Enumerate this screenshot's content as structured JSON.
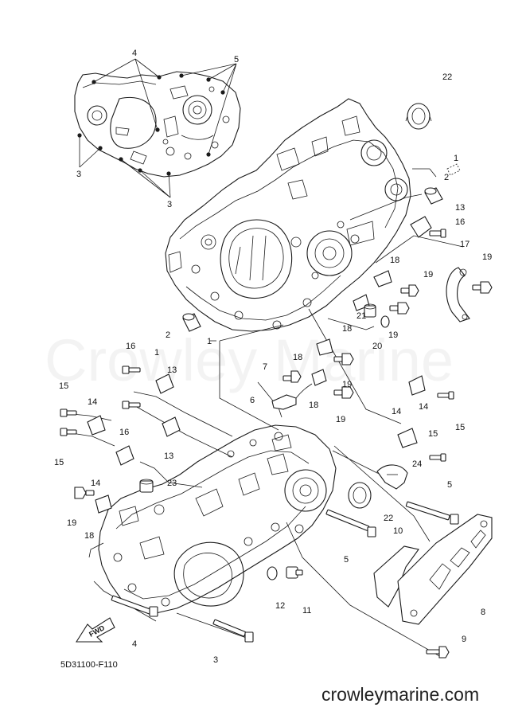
{
  "watermark": "Crowley Marine",
  "diagram_code": "5D31100-F110",
  "site_url": "crowleymarine.com",
  "fwd_label": "FWD",
  "callouts": [
    {
      "id": "c4a",
      "label": "4"
    },
    {
      "id": "c5a",
      "label": "5"
    },
    {
      "id": "c3a",
      "label": "3"
    },
    {
      "id": "c3b",
      "label": "3"
    },
    {
      "id": "c22a",
      "label": "22"
    },
    {
      "id": "c1a",
      "label": "1"
    },
    {
      "id": "c2a",
      "label": "2"
    },
    {
      "id": "c13a",
      "label": "13"
    },
    {
      "id": "c16a",
      "label": "16"
    },
    {
      "id": "c17",
      "label": "17"
    },
    {
      "id": "c19a",
      "label": "19"
    },
    {
      "id": "c18a",
      "label": "18"
    },
    {
      "id": "c19b",
      "label": "19"
    },
    {
      "id": "c18b",
      "label": "18"
    },
    {
      "id": "c21",
      "label": "21"
    },
    {
      "id": "c20",
      "label": "20"
    },
    {
      "id": "c19c",
      "label": "19"
    },
    {
      "id": "c2b",
      "label": "2"
    },
    {
      "id": "c1b",
      "label": "1"
    },
    {
      "id": "c16b",
      "label": "16"
    },
    {
      "id": "c1c",
      "label": "1"
    },
    {
      "id": "c13b",
      "label": "13"
    },
    {
      "id": "c18c",
      "label": "18"
    },
    {
      "id": "c7",
      "label": "7"
    },
    {
      "id": "c19d",
      "label": "19"
    },
    {
      "id": "c6",
      "label": "6"
    },
    {
      "id": "c18d",
      "label": "18"
    },
    {
      "id": "c19e",
      "label": "19"
    },
    {
      "id": "c15a",
      "label": "15"
    },
    {
      "id": "c14a",
      "label": "14"
    },
    {
      "id": "c14b",
      "label": "14"
    },
    {
      "id": "c15b",
      "label": "15"
    },
    {
      "id": "c16c",
      "label": "16"
    },
    {
      "id": "c15c",
      "label": "15"
    },
    {
      "id": "c13c",
      "label": "13"
    },
    {
      "id": "c14c",
      "label": "14"
    },
    {
      "id": "c15d",
      "label": "15"
    },
    {
      "id": "c14d",
      "label": "14"
    },
    {
      "id": "c24",
      "label": "24"
    },
    {
      "id": "c23",
      "label": "23"
    },
    {
      "id": "c5b",
      "label": "5"
    },
    {
      "id": "c19f",
      "label": "19"
    },
    {
      "id": "c18e",
      "label": "18"
    },
    {
      "id": "c22b",
      "label": "22"
    },
    {
      "id": "c10",
      "label": "10"
    },
    {
      "id": "c5c",
      "label": "5"
    },
    {
      "id": "c12",
      "label": "12"
    },
    {
      "id": "c11",
      "label": "11"
    },
    {
      "id": "c8",
      "label": "8"
    },
    {
      "id": "c4b",
      "label": "4"
    },
    {
      "id": "c3c",
      "label": "3"
    },
    {
      "id": "c9",
      "label": "9"
    }
  ]
}
